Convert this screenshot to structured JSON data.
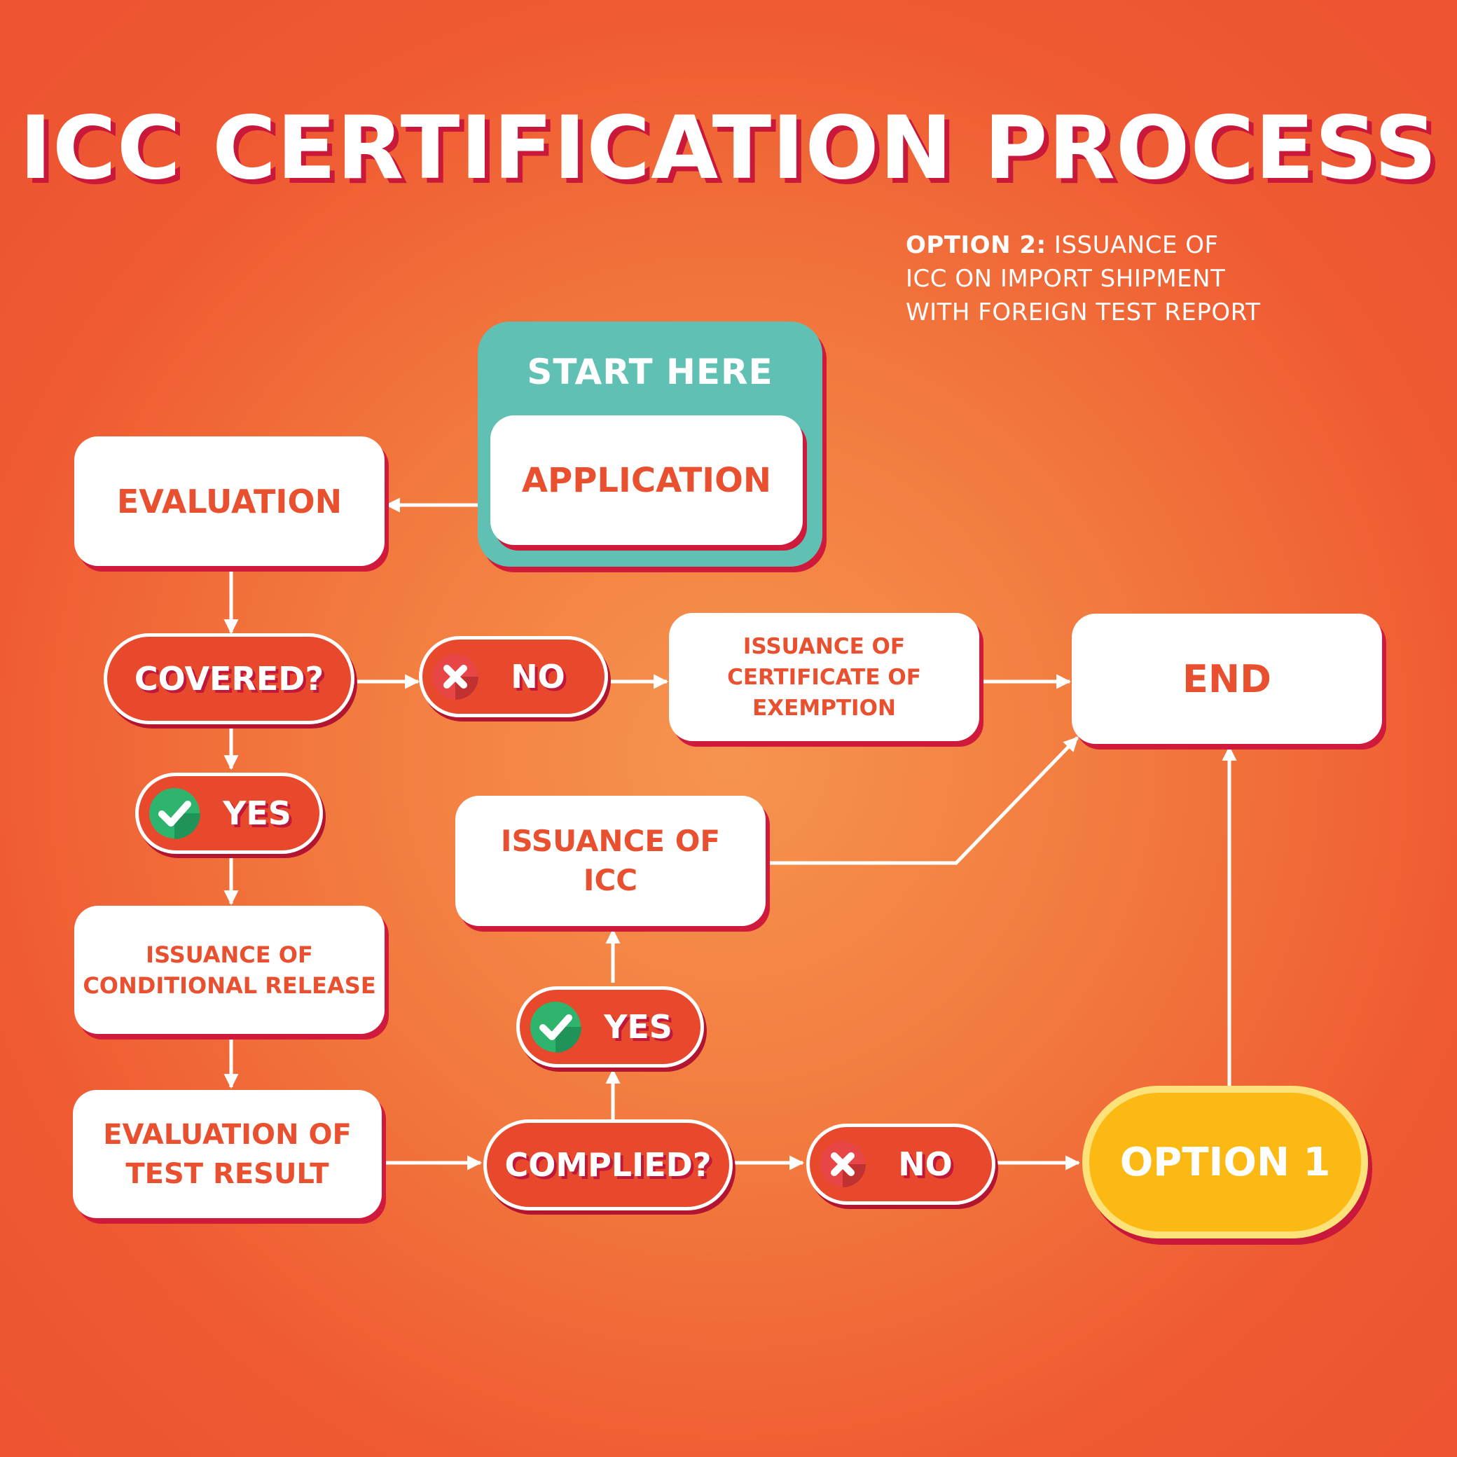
{
  "title": "ICC CERTIFICATION PROCESS",
  "note": {
    "lead": "OPTION 2:",
    "line1": " ISSUANCE OF",
    "line2": "ICC ON IMPORT SHIPMENT",
    "line3": "WITH FOREIGN TEST REPORT"
  },
  "nodes": {
    "start_here": "START HERE",
    "application": "APPLICATION",
    "evaluation": "EVALUATION",
    "covered": "COVERED?",
    "covered_no": "NO",
    "covered_yes": "YES",
    "cert_exemption": "ISSUANCE OF\nCERTIFICATE OF\nEXEMPTION",
    "end": "END",
    "issuance_icc": "ISSUANCE OF\nICC",
    "conditional_release": "ISSUANCE OF\nCONDITIONAL RELEASE",
    "eval_test_result": "EVALUATION OF\nTEST RESULT",
    "complied": "COMPLIED?",
    "complied_yes": "YES",
    "complied_no": "NO",
    "option1": "OPTION 1"
  },
  "colors": {
    "background": "#ef5a32",
    "box": "#ffffff",
    "box_text": "#e9502f",
    "shadow": "#d01a3c",
    "start_frame": "#5fc0b3",
    "option1": "#fdb913",
    "yes_icon": "#2fb46e",
    "no_icon": "#e84646"
  },
  "icons": {
    "yes": "check-circle-icon",
    "no": "x-circle-icon"
  }
}
